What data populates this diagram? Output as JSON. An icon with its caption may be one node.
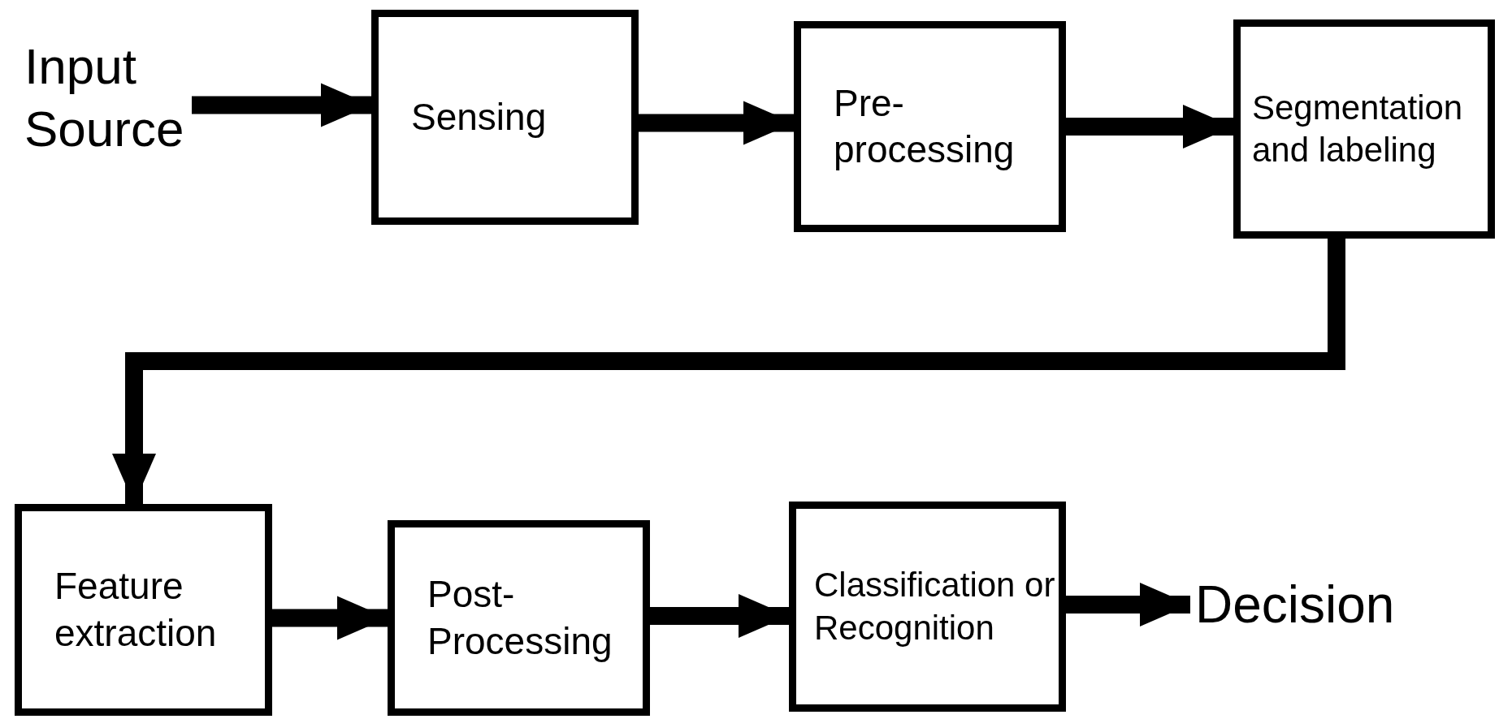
{
  "diagram": {
    "nodes": [
      {
        "text": [
          "Input Source"
        ]
      },
      {
        "text": [
          "Sensing"
        ]
      },
      {
        "text": [
          "Pre-processing"
        ]
      },
      {
        "text": [
          "Segmentation and labeling"
        ]
      },
      {
        "text": [
          "Feature extraction"
        ]
      },
      {
        "text": [
          "Post-Processing"
        ]
      },
      {
        "text": [
          "Classification or Recognition"
        ]
      },
      {
        "text": [
          "Decision"
        ]
      }
    ],
    "edges": [
      {
        "from": 0,
        "to": 1,
        "arrow": "to"
      },
      {
        "from": 1,
        "to": 2,
        "arrow": "to"
      },
      {
        "from": 2,
        "to": 3,
        "arrow": "to"
      },
      {
        "from": 3,
        "to": 4,
        "arrow": "to"
      },
      {
        "from": 4,
        "to": 5,
        "arrow": "to"
      },
      {
        "from": 5,
        "to": 6,
        "arrow": "to"
      },
      {
        "from": 6,
        "to": 7,
        "arrow": "to"
      }
    ]
  }
}
